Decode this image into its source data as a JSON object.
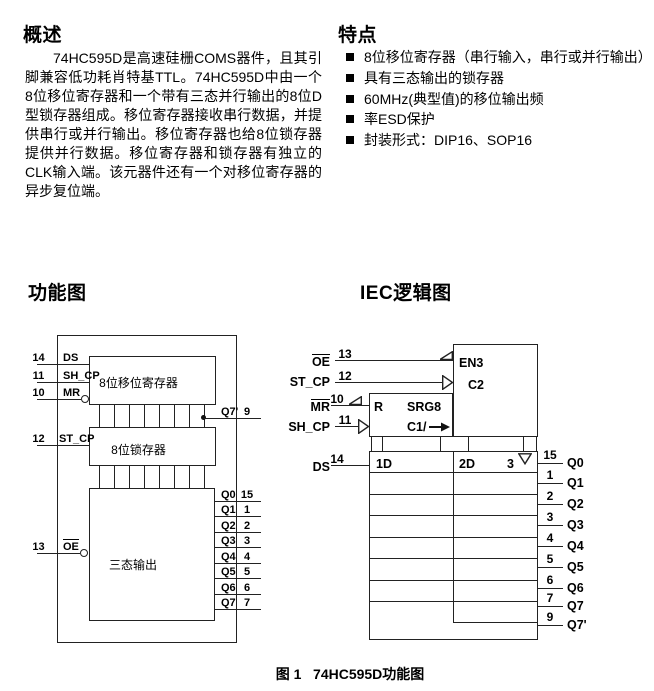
{
  "overview": {
    "heading": "概述",
    "body": "74HC595D是高速硅栅COMS器件，且其引脚兼容低功耗肖特基TTL。74HC595D中由一个8位移位寄存器和一个带有三态并行输出的8位D型锁存器组成。移位寄存器接收串行数据，并提供串行或并行输出。移位寄存器也给8位锁存器提供并行数据。移位寄存器和锁存器有独立的CLK输入端。该元器件还有一个对移位寄存器的异步复位端。"
  },
  "features": {
    "heading": "特点",
    "items": [
      "8位移位寄存器（串行输入，串行或并行输出）",
      "具有三态输出的锁存器",
      "60MHz(典型值)的移位输出频",
      "率ESD保护",
      "封装形式：DIP16、SOP16"
    ]
  },
  "functional": {
    "heading": "功能图",
    "blocks": {
      "shift_register": "8位移位寄存器",
      "latch": "8位锁存器",
      "tristate": "三态输出"
    },
    "inputs": [
      {
        "pin": "14",
        "label": "DS"
      },
      {
        "pin": "11",
        "label": "SH_CP"
      },
      {
        "pin": "10",
        "label": "MR"
      },
      {
        "pin": "12",
        "label": "ST_CP"
      },
      {
        "pin": "13",
        "label": "OE"
      }
    ],
    "serial_output": {
      "pin": "9",
      "label": "Q7'"
    },
    "outputs": [
      {
        "pin": "15",
        "label": "Q0"
      },
      {
        "pin": "1",
        "label": "Q1"
      },
      {
        "pin": "2",
        "label": "Q2"
      },
      {
        "pin": "3",
        "label": "Q3"
      },
      {
        "pin": "4",
        "label": "Q4"
      },
      {
        "pin": "5",
        "label": "Q5"
      },
      {
        "pin": "6",
        "label": "Q6"
      },
      {
        "pin": "7",
        "label": "Q7"
      }
    ]
  },
  "iec": {
    "heading": "IEC逻辑图",
    "inputs": [
      {
        "pin": "13",
        "label": "OE"
      },
      {
        "pin": "12",
        "label": "ST_CP"
      },
      {
        "pin": "10",
        "label": "MR"
      },
      {
        "pin": "11",
        "label": "SH_CP"
      },
      {
        "pin": "14",
        "label": "DS"
      }
    ],
    "labels": {
      "en": "EN3",
      "c2": "C2",
      "r": "R",
      "srg": "SRG8",
      "c1": "C1/",
      "d1": "1D",
      "d2": "2D",
      "weight": "3"
    },
    "icons": {
      "latch_output": "open-down-triangle",
      "clock": "solid-right-arrow",
      "polarity": "polarity-triangle",
      "dynamic": "dynamic-input-triangle"
    },
    "outputs": [
      {
        "pin": "15",
        "label": "Q0"
      },
      {
        "pin": "1",
        "label": "Q1"
      },
      {
        "pin": "2",
        "label": "Q2"
      },
      {
        "pin": "3",
        "label": "Q3"
      },
      {
        "pin": "4",
        "label": "Q4"
      },
      {
        "pin": "5",
        "label": "Q5"
      },
      {
        "pin": "6",
        "label": "Q6"
      },
      {
        "pin": "7",
        "label": "Q7"
      },
      {
        "pin": "9",
        "label": "Q7'"
      }
    ]
  },
  "caption": "图 1   74HC595D功能图",
  "colors": {
    "line": "#222222",
    "text": "#000000",
    "bullet": "#000000"
  }
}
